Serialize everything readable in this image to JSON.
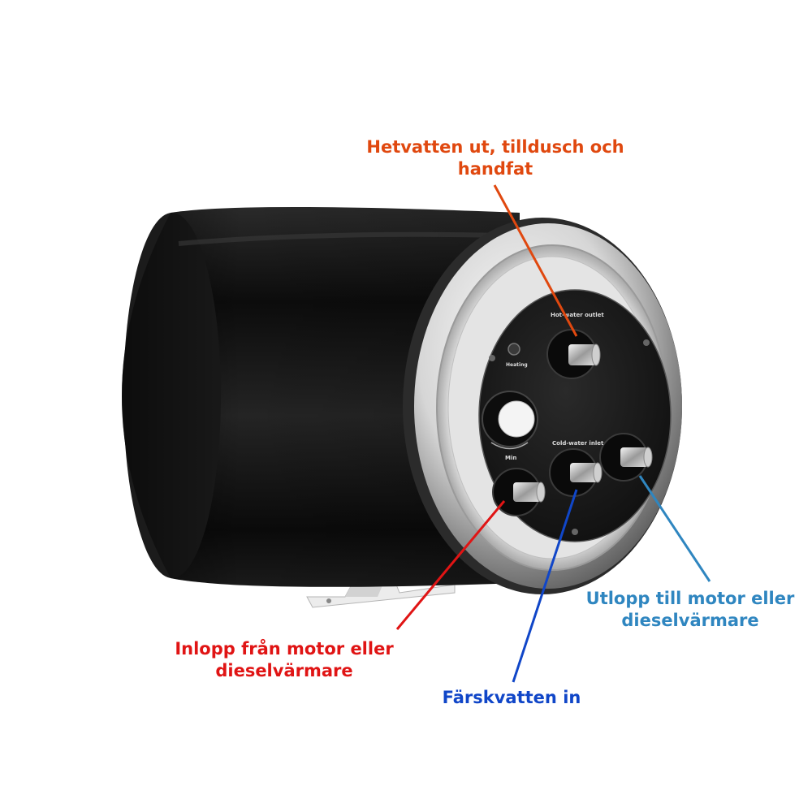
{
  "callouts": {
    "hot_outlet": {
      "lines": [
        "Hetvatten ut, tilldusch och",
        "handfat"
      ],
      "color": "#e0480f"
    },
    "inlet_engine": {
      "lines": [
        "Inlopp från motor eller",
        "dieselvärmare"
      ],
      "color": "#e01414"
    },
    "fresh_water": {
      "lines": [
        "Färskvatten in"
      ],
      "color": "#1046c8"
    },
    "outlet_engine": {
      "lines": [
        "Utlopp till motor eller",
        "dieselvärmare"
      ],
      "color": "#2f86c0"
    }
  },
  "panel_labels": {
    "hot_water_outlet": "Hot-water outlet",
    "heating": "Heating",
    "cold_water_inlet": "Cold-water inlet",
    "min": "Min"
  },
  "colors": {
    "tank_body": "#141414",
    "stainless": "#d8d8d8",
    "panel": "#1c1c1c",
    "bracket": "#e6e6e6"
  }
}
